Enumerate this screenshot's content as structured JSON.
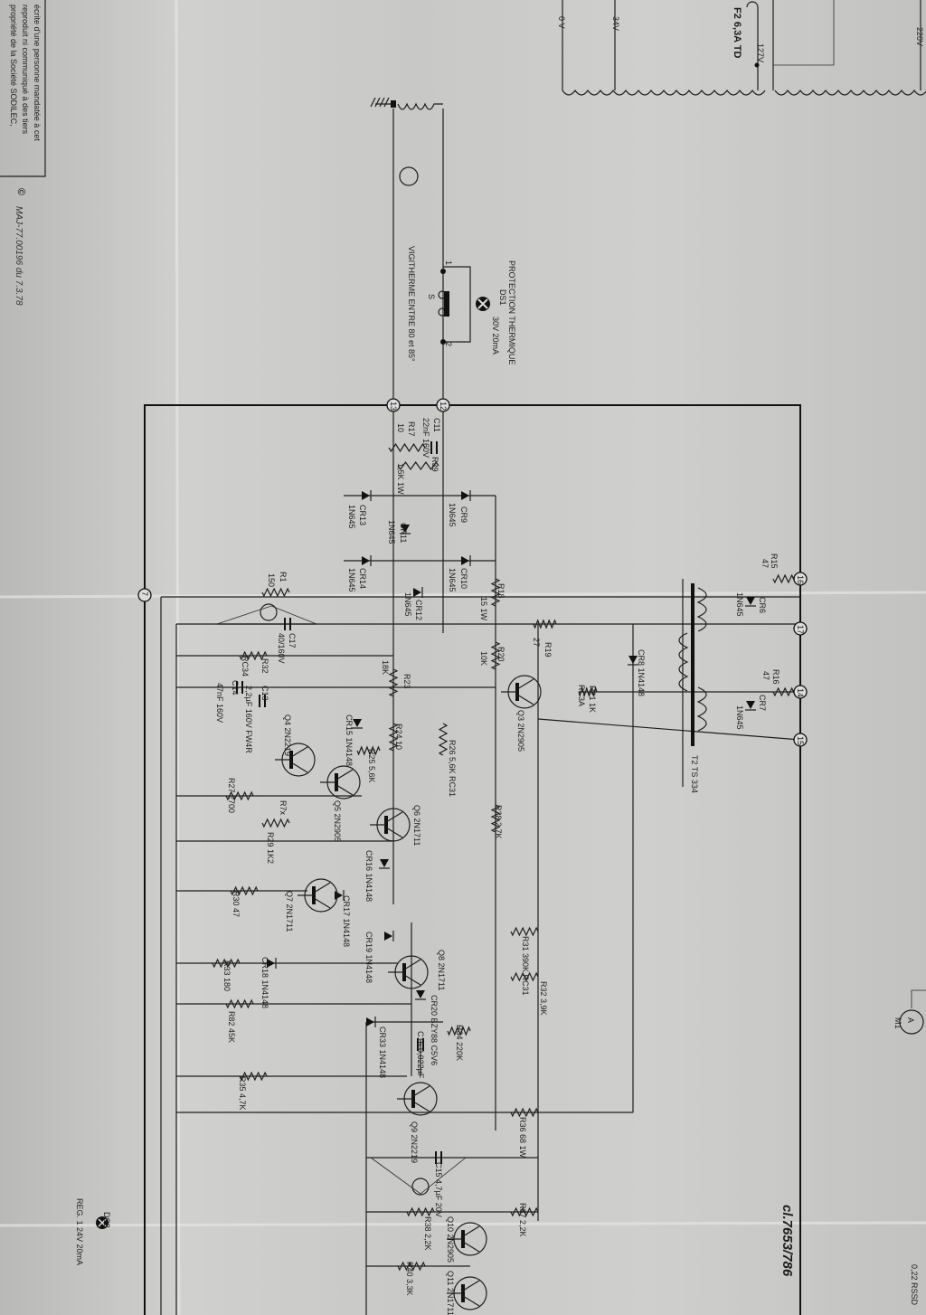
{
  "notice": {
    "line1": "propriété de la Société SODILEC,",
    "line2": "reproduit ni communiqué à des tiers",
    "line3": "écrite d'une personne mandatée à cet",
    "copyright": "©",
    "revision": "MAJ-77.00196 du 7.3.78"
  },
  "supply": {
    "v0": "0 V",
    "v34": "34V",
    "fuse": "F2 6,3A TD",
    "v127": "127V",
    "v220": "220V"
  },
  "thermal": {
    "title": "PROTECTION THERMIQUE",
    "ds1": "DS1",
    "ds1_rating": "30V 20mA",
    "vigi": "VIGITHERME ENTRE 80 et 85°",
    "pin1": "1",
    "pin2": "2",
    "s": "S"
  },
  "nodes": {
    "n12": "12",
    "n13": "13",
    "n16": "16",
    "n17": "17",
    "n14": "14",
    "n15": "15",
    "n7": "7"
  },
  "labels": {
    "c11": "C11",
    "c11v": "22nF 160V",
    "r17": "R17",
    "r17v": "10",
    "r39": "R39",
    "r39v": "1,5K 1W",
    "cr9": "CR9",
    "cr9v": "1N645",
    "cr13": "CR13",
    "cr13v": "1N645",
    "cr11": "CR11",
    "cr11v": "1N645",
    "cr14": "CR14",
    "cr14v": "1N645",
    "cr10": "CR10",
    "cr10v": "1N645",
    "cr12": "CR12",
    "cr12v": "1N645",
    "r18": "R18",
    "r18v": "15 1W",
    "r19": "R19",
    "r19v": "27",
    "r20": "R20",
    "r20v": "10K",
    "r21": "R21 1K",
    "r21v": "RC3A",
    "q3": "Q3 2N2905",
    "r15": "R15",
    "r15v": "47",
    "cr6": "CR6",
    "cr6v": "1N645",
    "r16": "R16",
    "r16v": "47",
    "cr7": "CR7",
    "cr7v": "1N645",
    "cr8": "CR8 1N4148",
    "t2": "T2 TS 334",
    "r1": "R1",
    "r1v": "150",
    "c17": "C17",
    "c17v": "40/160V",
    "r32a": "R32",
    "r32av": "RC34",
    "c14": "C14",
    "c14v": "47nF 160V",
    "c13": "C13",
    "c13v": "2,2µF 160V FW4R",
    "q4": "Q4 2N2219",
    "cr15": "CR15 1N4148",
    "r25": "R25 5,6K",
    "q5": "Q5 2N2905",
    "r24": "R24 10",
    "r23": "R23",
    "r23v": "18K",
    "r26": "R26 5,6K RC31",
    "r28": "R28 2,7K",
    "q6": "Q6 2N1711",
    "cr16": "CR16 1N4148",
    "r27": "R27 2700",
    "r7x": "R7x",
    "r29": "R29 1K2",
    "r30": "R30 47",
    "q7": "Q7 2N1711",
    "cr17": "CR17 1N4148",
    "cr19": "CR19 1N4148",
    "q8": "Q8 2N1711",
    "r31": "R31 390K RC31",
    "r32": "R32 3,9K",
    "r33": "R33 180",
    "cr18": "CR18 1N4148",
    "r82": "R82 45K",
    "cr20": "CR20 BZY88 C5V6",
    "c16": "C16 0,022µF",
    "r34": "R34 220K",
    "cr33": "CR33 1N4148",
    "r35": "R35 4,7K",
    "q9": "Q9 2N2219",
    "r36": "R36 68 1W",
    "c15": "C15 4,7µF 20V",
    "r38": "R38 2,2K",
    "r37": "R37 2,2K",
    "q10": "Q10 2N2905",
    "r40": "R40 3,3K",
    "q11": "Q11 2N1711",
    "reg": "REG. 1 24V 20mA",
    "ds2": "DS2",
    "meter": "A",
    "m1": "M1",
    "rssd": "0,22 RSSD"
  },
  "drawing_number": "cl.7653/786"
}
